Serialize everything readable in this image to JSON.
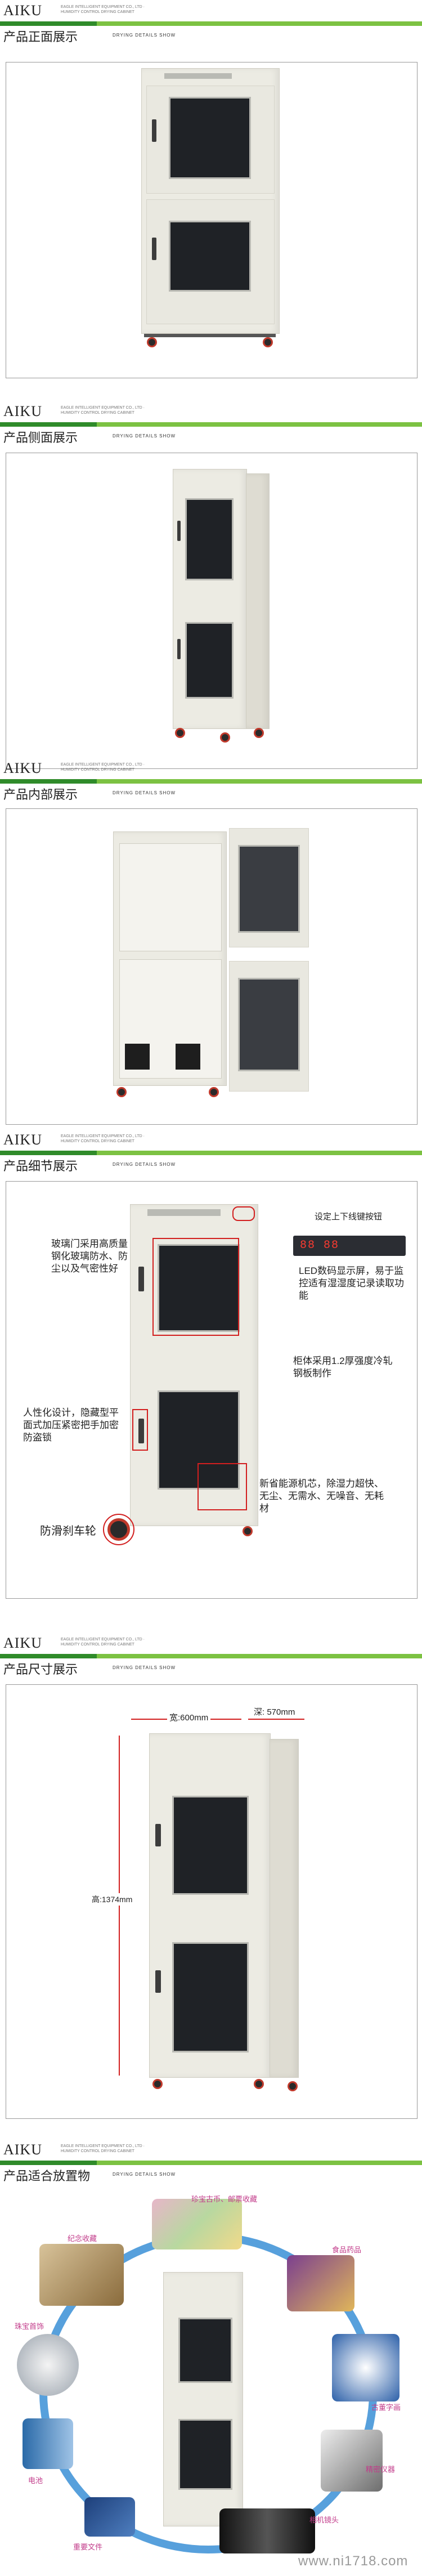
{
  "brand": {
    "name": "AIKU",
    "tagline": "EAGLE INTELLIGENT EQUIPMENT CO., LTD · HUMIDITY CONTROL DRYING CABINET"
  },
  "sections": [
    {
      "title": "产品正面展示",
      "subtitle": "DRYING DETAILS SHOW"
    },
    {
      "title": "产品侧面展示",
      "subtitle": "DRYING DETAILS SHOW"
    },
    {
      "title": "产品内部展示",
      "subtitle": "DRYING DETAILS SHOW"
    },
    {
      "title": "产品细节展示",
      "subtitle": "DRYING DETAILS SHOW"
    },
    {
      "title": "产品尺寸展示",
      "subtitle": "DRYING DETAILS SHOW"
    },
    {
      "title": "产品适合放置物",
      "subtitle": "DRYING DETAILS SHOW"
    }
  ],
  "details": {
    "label_buttons": "设定上下线键按钮",
    "label_display": "LED数码显示屏，易于监控适有湿湿度记录读取功能",
    "label_glass": "玻璃门采用高质量钢化玻璃防水、防尘以及气密性好",
    "label_plate": "柜体采用1.2厚强度冷轧钢板制作",
    "label_handle": "人性化设计，隐藏型平面式加压紧密把手加密防盗锁",
    "label_dryer": "新省能源机芯，除湿力超快、无尘、无需水、无噪音、无耗材",
    "label_wheel": "防滑刹车轮",
    "display_readout": "88 88"
  },
  "dimensions": {
    "width": "宽:600mm",
    "depth": "深: 570mm",
    "height": "高:1374mm"
  },
  "items": {
    "top": "珍宝古币、邮票收藏",
    "left1": "纪念收藏",
    "left2": "珠宝首饰",
    "left3": "电池",
    "left4": "重要文件",
    "right1": "食品药品",
    "right2": "古董字画",
    "right3": "精密仪器",
    "right4": "相机镜头"
  },
  "watermark": "www.ni1718.com"
}
